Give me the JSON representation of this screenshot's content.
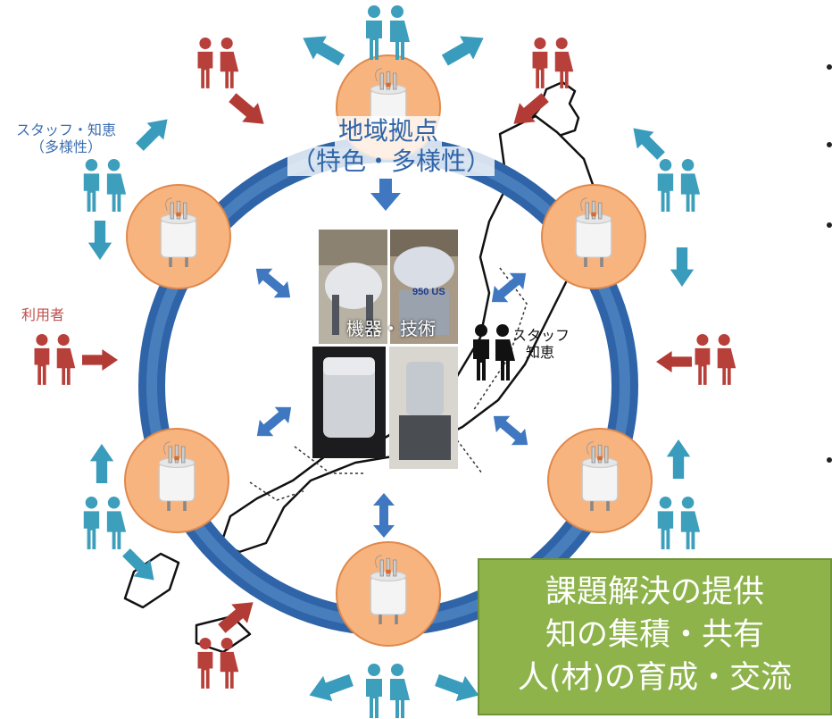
{
  "center": {
    "hub_title_line1": "地域拠点",
    "hub_title_line2": "（特色・多様性）",
    "equipment_label": "機器・技術",
    "staff_label_line1": "スタッフ",
    "staff_label_line2": "知恵"
  },
  "left_labels": {
    "staff_line1": "スタッフ・知恵",
    "staff_line2": "（多様性）",
    "users": "利用者"
  },
  "summary_box": {
    "line1": "課題解決の提供",
    "line2": "知の集積・共有",
    "line3": "人(材)の育成・交流"
  },
  "photo_captions": {
    "top_right": "950 US"
  },
  "colors": {
    "ring": "#3c78b8",
    "node_fill": "#f9b98a",
    "node_stroke": "#e98f52",
    "staff_blue": "#3d9fbc",
    "user_red": "#b7403a",
    "arrow_teal": "#3a9cbc",
    "arrow_red": "#b23b35",
    "arrow_center": "#4a7fc0",
    "summary_green": "#8db34a",
    "label_blue": "#3d6fb0",
    "label_red": "#c0504d"
  }
}
